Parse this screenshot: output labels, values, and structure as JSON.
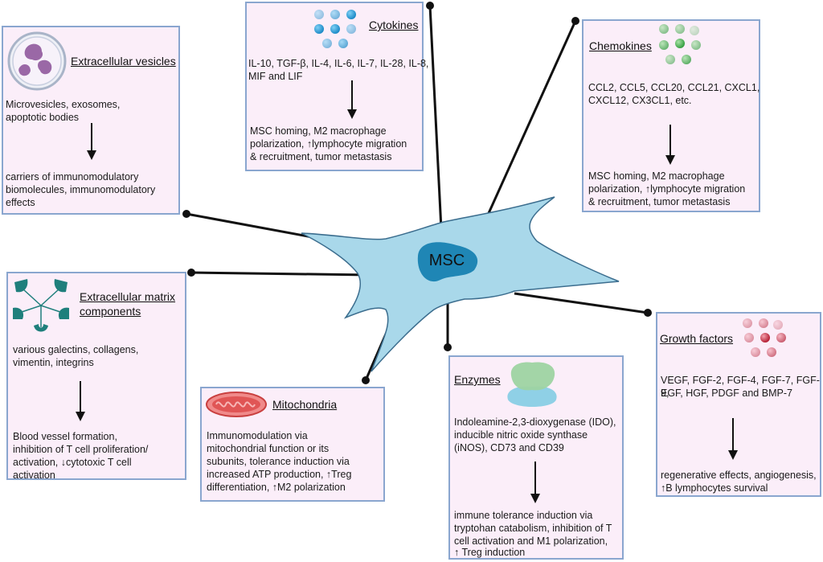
{
  "colors": {
    "box_fill": "#fbeef9",
    "box_border": "#8aa6cf",
    "cell_fill": "#a9d8ea",
    "cell_stroke": "#3b6d8e",
    "nucleus": "#1f86b5",
    "cytokine_color": "#1e9bd7",
    "chemokine_color": "#4caf50",
    "growth_factor_color": "#c0283c",
    "ecm_color": "#1f7f7c",
    "mito_color": "#e05555",
    "vesicle_color": "#9a68a6",
    "enzyme_top": "#9ed3a2",
    "enzyme_bottom": "#8fd0e6"
  },
  "center": {
    "label": "MSC"
  },
  "panels": {
    "extracellular_vesicles": {
      "icon": "vesicle-icon",
      "title": "Extracellular vesicles",
      "items_line1": "Microvesicles, exosomes,",
      "items_line2": "apoptotic bodies",
      "effects_line1": "carriers of immunomodulatory",
      "effects_line2": "biomolecules, immunomodulatory",
      "effects_line3": "effects"
    },
    "cytokines": {
      "icon": "cytokine-icon",
      "title": "Cytokines",
      "items_line1": "IL-10, TGF-β, IL-4, IL-6, IL-7, IL-28, IL-8,",
      "items_line2": "MIF and LIF",
      "effects_line1": "MSC homing, M2 macrophage",
      "effects_line2": "polarization, ↑lymphocyte migration",
      "effects_line3": "& recruitment, tumor metastasis"
    },
    "chemokines": {
      "icon": "chemokine-icon",
      "title": "Chemokines",
      "items_line1": "CCL2, CCL5, CCL20, CCL21, CXCL1,",
      "items_line2": "CXCL12, CX3CL1, etc.",
      "effects_line1": "MSC homing, M2 macrophage",
      "effects_line2": "polarization, ↑lymphocyte migration",
      "effects_line3": "& recruitment, tumor metastasis"
    },
    "ecm": {
      "icon": "ecm-icon",
      "title_line1": "Extracellular matrix",
      "title_line2": "components",
      "items_line1": "various galectins, collagens,",
      "items_line2": "vimentin, integrins",
      "effects_line1": "Blood vessel formation,",
      "effects_line2": "inhibition of T cell proliferation/",
      "effects_line3": "activation, ↓cytotoxic T cell",
      "effects_line4": "activation"
    },
    "mitochondria": {
      "icon": "mitochondria-icon",
      "title": "Mitochondria",
      "effects_line1": "Immunomodulation via",
      "effects_line2": "mitochondrial function or its",
      "effects_line3": "subunits, tolerance induction via",
      "effects_line4": "increased ATP production, ↑Treg",
      "effects_line5": "differentiation, ↑M2 polarization"
    },
    "enzymes": {
      "icon": "enzyme-icon",
      "title": "Enzymes",
      "items_line1": "Indoleamine-2,3-dioxygenase (IDO),",
      "items_line2": "inducible nitric oxide synthase",
      "items_line3": "(iNOS), CD73 and CD39",
      "effects_line1": "immune tolerance induction via",
      "effects_line2": "tryptohan catabolism, inhibition of T",
      "effects_line3": "cell activation and M1 polarization,",
      "effects_line4": "↑ Treg induction"
    },
    "growth_factors": {
      "icon": "growth-factor-icon",
      "title": "Growth factors",
      "items_line1": "VEGF, FGF-2, FGF-4, FGF-7, FGF-9,",
      "items_line2": "EGF, HGF, PDGF and BMP-7",
      "effects_line1": "regenerative effects, angiogenesis,",
      "effects_line2": "↑B lymphocytes survival"
    }
  }
}
